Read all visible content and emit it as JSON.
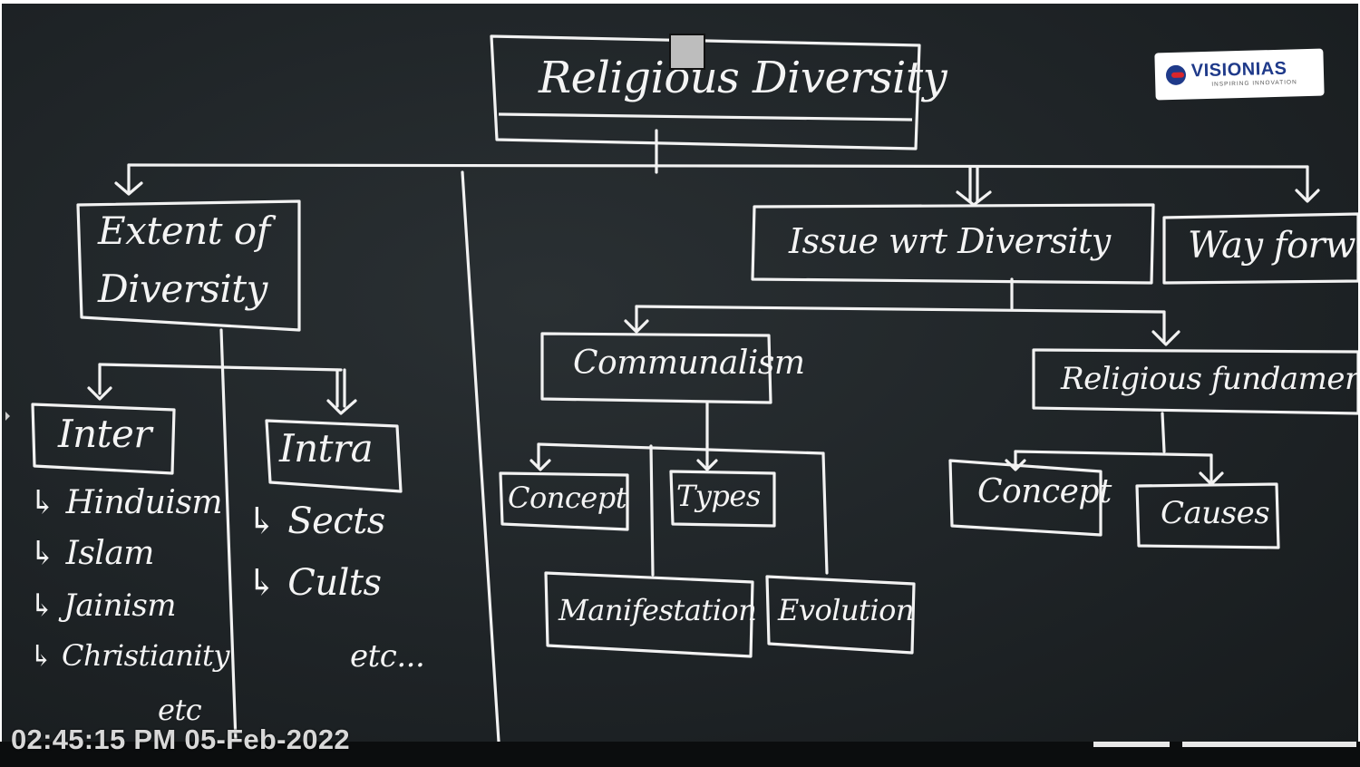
{
  "root": {
    "label": "Religious Diversity"
  },
  "branches": {
    "extent": {
      "label_line1": "Extent of",
      "label_line2": "Diversity"
    },
    "issue": {
      "label": "Issue wrt Diversity"
    },
    "way_forward": {
      "label": "Way forwar"
    }
  },
  "extent_children": {
    "inter": {
      "label": "Inter",
      "items": [
        "↳ Hinduism",
        "↳ Islam",
        "↳ Jainism",
        "↳ Christianity"
      ],
      "etc": "etc"
    },
    "intra": {
      "label": "Intra",
      "items": [
        "↳ Sects",
        "↳ Cults"
      ],
      "etc": "etc..."
    }
  },
  "issue_children": {
    "communalism": {
      "label": "Communalism",
      "children": [
        "Concept",
        "Types",
        "Manifestation",
        "Evolution"
      ]
    },
    "fundamentalism": {
      "label": "Religious fundamentalis",
      "children": [
        "Concept",
        "Causes"
      ]
    }
  },
  "logo": {
    "text": "VISIONIAS",
    "tagline": "INSPIRING INNOVATION"
  },
  "overlay": {
    "timestamp": "02:45:15 PM 05-Feb-2022"
  },
  "colors": {
    "board": "#1f2427",
    "chalk": "#f2f2f2",
    "logo_blue": "#1f3a8a",
    "logo_red": "#d9262c"
  }
}
